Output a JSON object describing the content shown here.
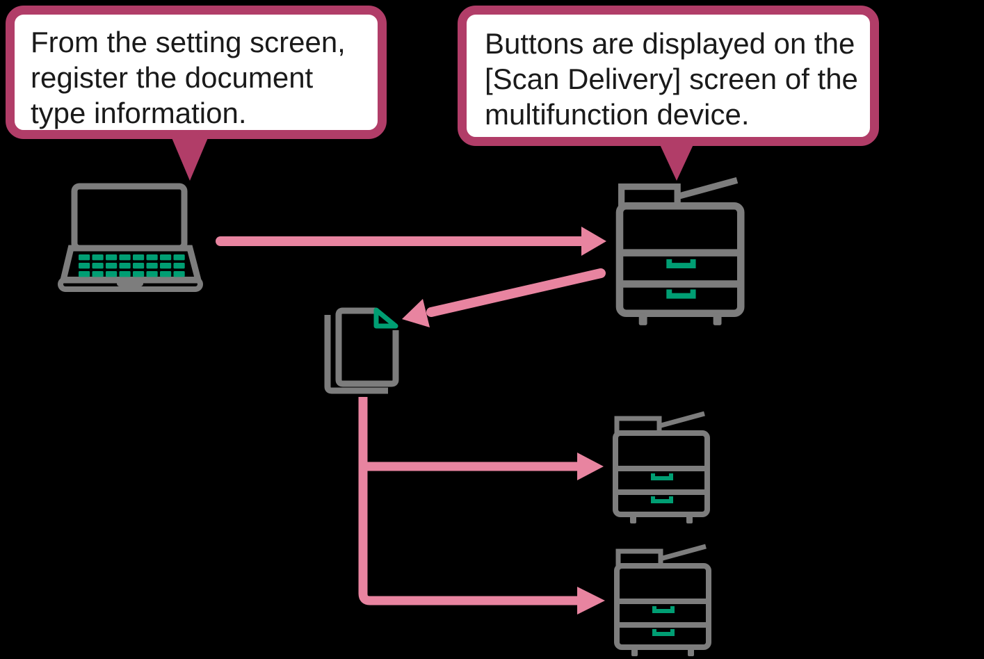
{
  "page": {
    "description": "Scan Delivery setup flow diagram",
    "background": "#000000"
  },
  "colors": {
    "page_bg": "#000000",
    "outline_gray": "#7d7d7d",
    "device_green": "#009e73",
    "arrow_pink": "#e884a0",
    "callout_border": "#b13d68",
    "callout_bg": "#ffffff",
    "callout_text": "#1a1a1a"
  },
  "callouts": [
    {
      "id": "settings",
      "text": "From the setting screen, register the document type information.",
      "lines": [
        "From the setting screen,",
        "register the document",
        "type information."
      ]
    },
    {
      "id": "buttons",
      "text": "Buttons are displayed on the [Scan Delivery] screen of the multifunction device.",
      "lines": [
        "Buttons are displayed on the",
        "[Scan Delivery] screen of the",
        "multifunction device."
      ]
    }
  ],
  "icons": {
    "laptop": "laptop-icon",
    "main_device": "multifunction-device-icon",
    "document": "scanned-document-icon",
    "delivery_device_1": "printer-icon",
    "delivery_device_2": "printer-icon"
  },
  "laptop_keyboard": {
    "rows": 3,
    "cols": 8
  },
  "flows": [
    {
      "from": "laptop",
      "to": "multifunction-device",
      "style": "arrow-right"
    },
    {
      "from": "multifunction-device",
      "to": "document",
      "style": "arrow-diagonal"
    },
    {
      "from": "document",
      "to": "printer-1",
      "style": "arrow-branch"
    },
    {
      "from": "document",
      "to": "printer-2",
      "style": "arrow-branch"
    }
  ]
}
